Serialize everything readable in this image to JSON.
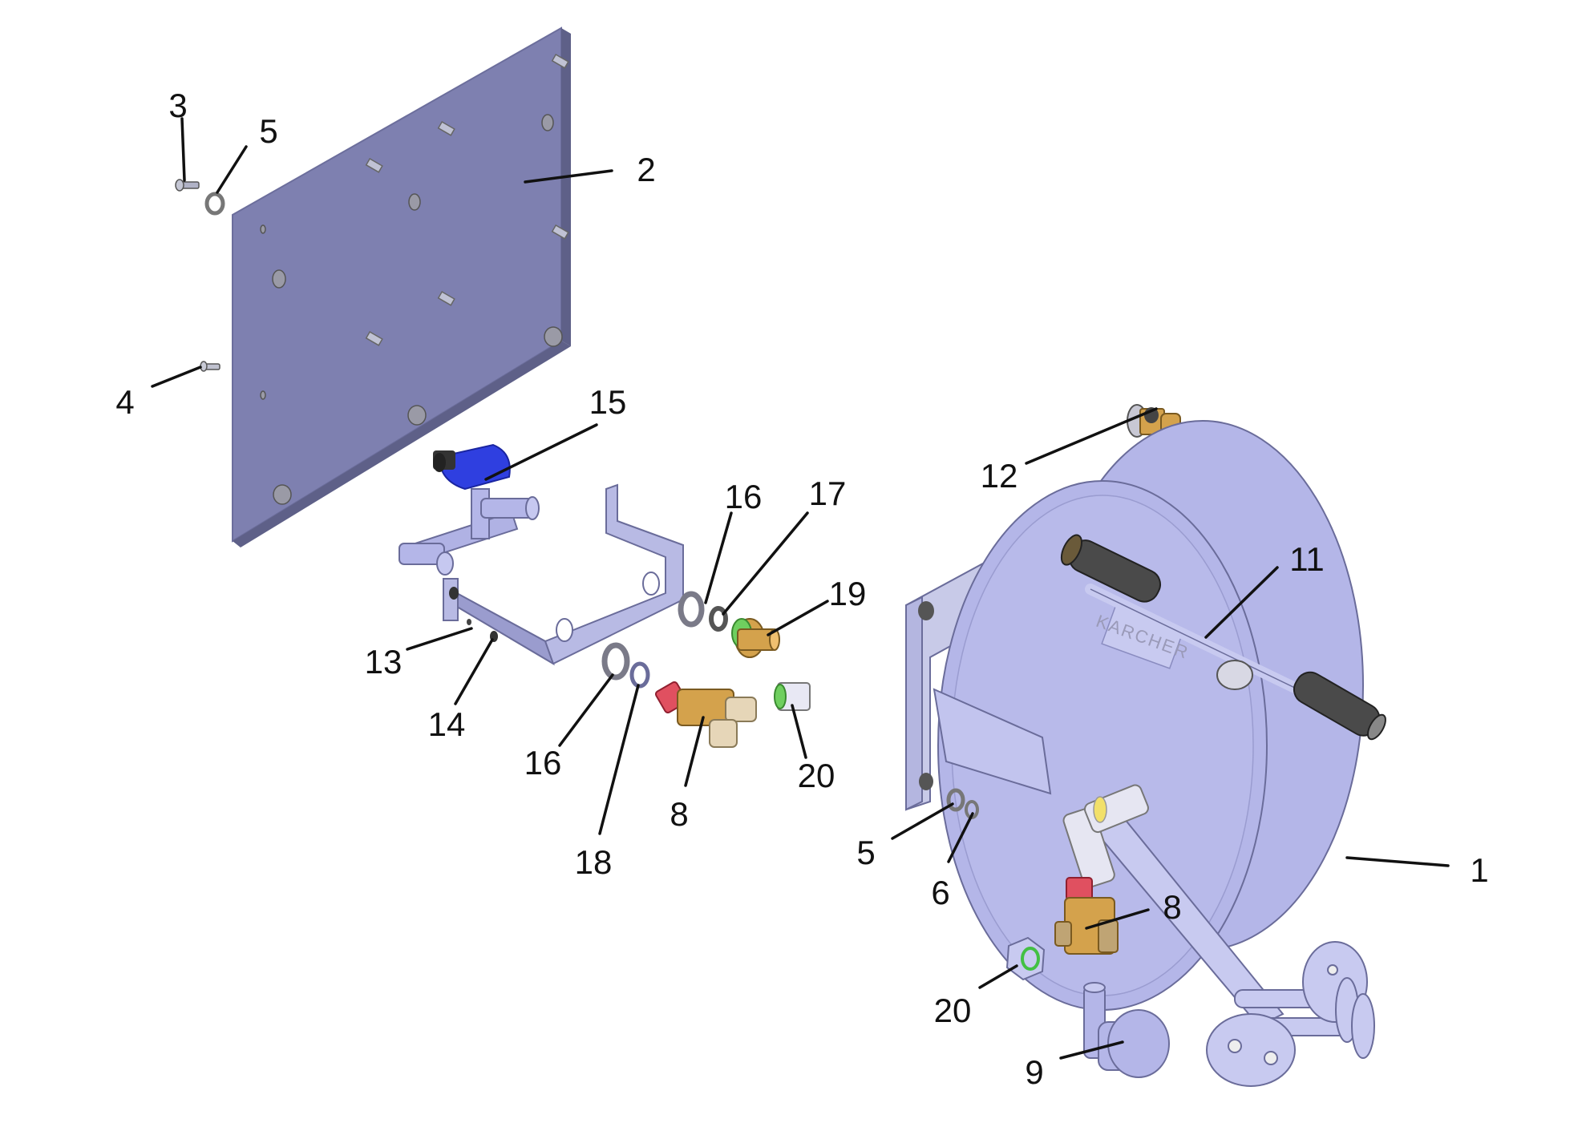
{
  "brand_label": "KARCHER",
  "colors": {
    "part_fill": "#b4b6e8",
    "plate_fill": "#8385b6",
    "brass": "#d4a24c",
    "blue": "#2f3fe0",
    "red": "#e05060",
    "grip": "#4a4a4a",
    "green": "#43c043"
  },
  "labels": {
    "l1": "1",
    "l2": "2",
    "l3": "3",
    "l4": "4",
    "l5a": "5",
    "l5b": "5",
    "l6": "6",
    "l8a": "8",
    "l8b": "8",
    "l9": "9",
    "l11": "11",
    "l12": "12",
    "l13": "13",
    "l14": "14",
    "l15": "15",
    "l16a": "16",
    "l16b": "16",
    "l17": "17",
    "l18": "18",
    "l19": "19",
    "l20a": "20",
    "l20b": "20"
  }
}
